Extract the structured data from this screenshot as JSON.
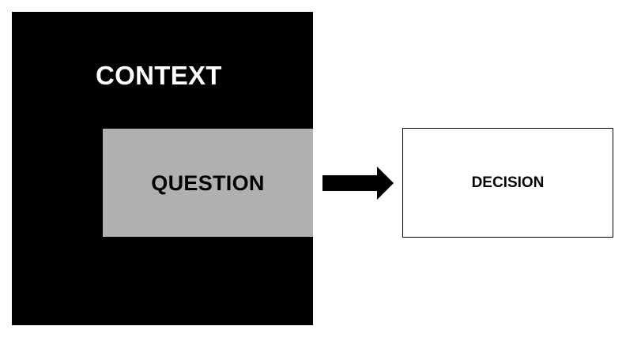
{
  "diagram": {
    "context": {
      "label": "CONTEXT",
      "fill": "#000000",
      "text_color": "#ffffff"
    },
    "question": {
      "label": "QUESTION",
      "fill": "#b0b0b0",
      "text_color": "#000000"
    },
    "arrow": {
      "icon": "right-arrow-icon",
      "color": "#000000"
    },
    "decision": {
      "label": "DECISION",
      "fill": "#ffffff",
      "border": "#000000",
      "text_color": "#000000"
    }
  }
}
